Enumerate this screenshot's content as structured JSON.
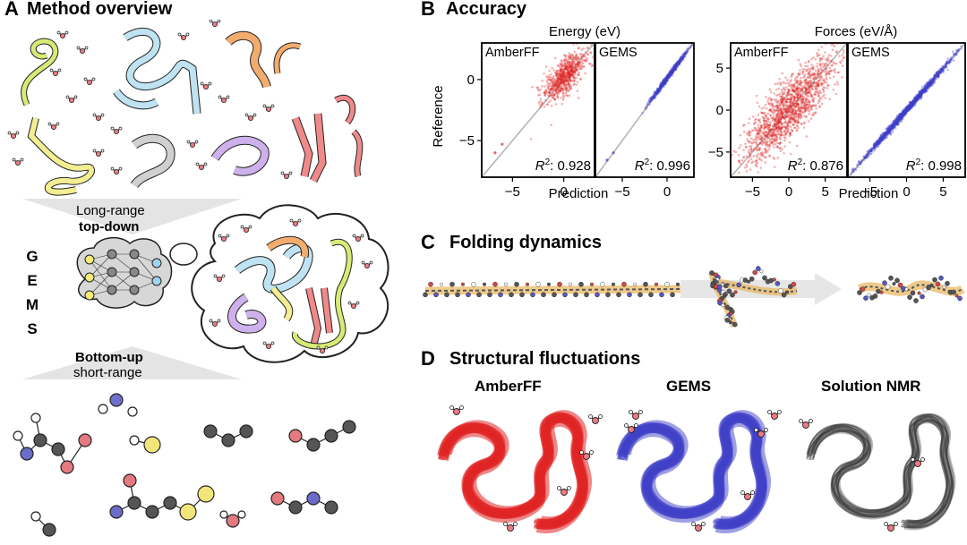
{
  "panel_a": {
    "letter": "A",
    "title": "Method overview",
    "long_range": "Long-range",
    "top_down": "top-down",
    "bottom_up": "Bottom-up",
    "short_range": "short-range",
    "gems_letters": [
      "G",
      "E",
      "M",
      "S"
    ]
  },
  "panel_b": {
    "letter": "B",
    "title": "Accuracy",
    "energy_title": "Energy (eV)",
    "forces_title": "Forces (eV/Å)",
    "ylabel": "Reference",
    "xlabel": "Prediction"
  },
  "panel_c": {
    "letter": "C",
    "title": "Folding dynamics"
  },
  "panel_d": {
    "letter": "D",
    "title": "Structural fluctuations",
    "labels": [
      "AmberFF",
      "GEMS",
      "Solution NMR"
    ]
  },
  "colors": {
    "amber": "#e02424",
    "gems": "#3f3fc8",
    "nmr": "#3a3a3a",
    "identity": "#b5b5b5"
  },
  "chart_data": [
    {
      "type": "scatter",
      "panel": "Energy (eV)",
      "model": "AmberFF",
      "xlim": [
        -8,
        3
      ],
      "ylim": [
        -8,
        3
      ],
      "xticks": [
        -5,
        0
      ],
      "yticks": [
        -5,
        0
      ],
      "r2_label": "R",
      "r2_sup": "2",
      "r2_value": ": 0.928",
      "cloud": {
        "center": [
          0.1,
          0.3
        ],
        "spread_major": 1.4,
        "spread_minor": 0.55
      },
      "outliers": [
        [
          -6.7,
          -6.0
        ],
        [
          -6.0,
          -5.3
        ]
      ]
    },
    {
      "type": "scatter",
      "panel": "Energy (eV)",
      "model": "GEMS",
      "xlim": [
        -8,
        3
      ],
      "ylim": [
        -8,
        3
      ],
      "xticks": [
        -5,
        0
      ],
      "r2_label": "R",
      "r2_sup": "2",
      "r2_value": ": 0.996",
      "cloud": {
        "center": [
          0.1,
          0.2
        ],
        "spread_major": 1.4,
        "spread_minor": 0.08
      },
      "outliers": [
        [
          -6.7,
          -6.6
        ],
        [
          -6.0,
          -6.0
        ]
      ]
    },
    {
      "type": "scatter",
      "panel": "Forces (eV/Å)",
      "model": "AmberFF",
      "xlim": [
        -8,
        8
      ],
      "ylim": [
        -8,
        8
      ],
      "xticks": [
        -5,
        0,
        5
      ],
      "yticks": [
        -5,
        0,
        5
      ],
      "r2_label": "R",
      "r2_sup": "2",
      "r2_value": ": 0.876",
      "cloud": {
        "center": [
          0,
          0
        ],
        "spread_major": 4.2,
        "spread_minor": 1.3
      },
      "outliers": []
    },
    {
      "type": "scatter",
      "panel": "Forces (eV/Å)",
      "model": "GEMS",
      "xlim": [
        -8,
        8
      ],
      "ylim": [
        -8,
        8
      ],
      "xticks": [
        -5,
        0,
        5
      ],
      "r2_label": "R",
      "r2_sup": "2",
      "r2_value": ": 0.998",
      "cloud": {
        "center": [
          0,
          0
        ],
        "spread_major": 4.2,
        "spread_minor": 0.15
      },
      "outliers": []
    }
  ]
}
